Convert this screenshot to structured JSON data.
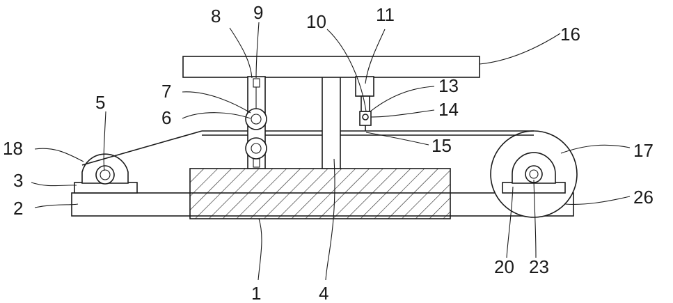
{
  "labels": {
    "n1": "1",
    "n2": "2",
    "n3": "3",
    "n4": "4",
    "n5": "5",
    "n6": "6",
    "n7": "7",
    "n8": "8",
    "n9": "9",
    "n10": "10",
    "n11": "11",
    "n13": "13",
    "n14": "14",
    "n15": "15",
    "n16": "16",
    "n17": "17",
    "n18": "18",
    "n20": "20",
    "n23": "23",
    "n26": "26"
  }
}
